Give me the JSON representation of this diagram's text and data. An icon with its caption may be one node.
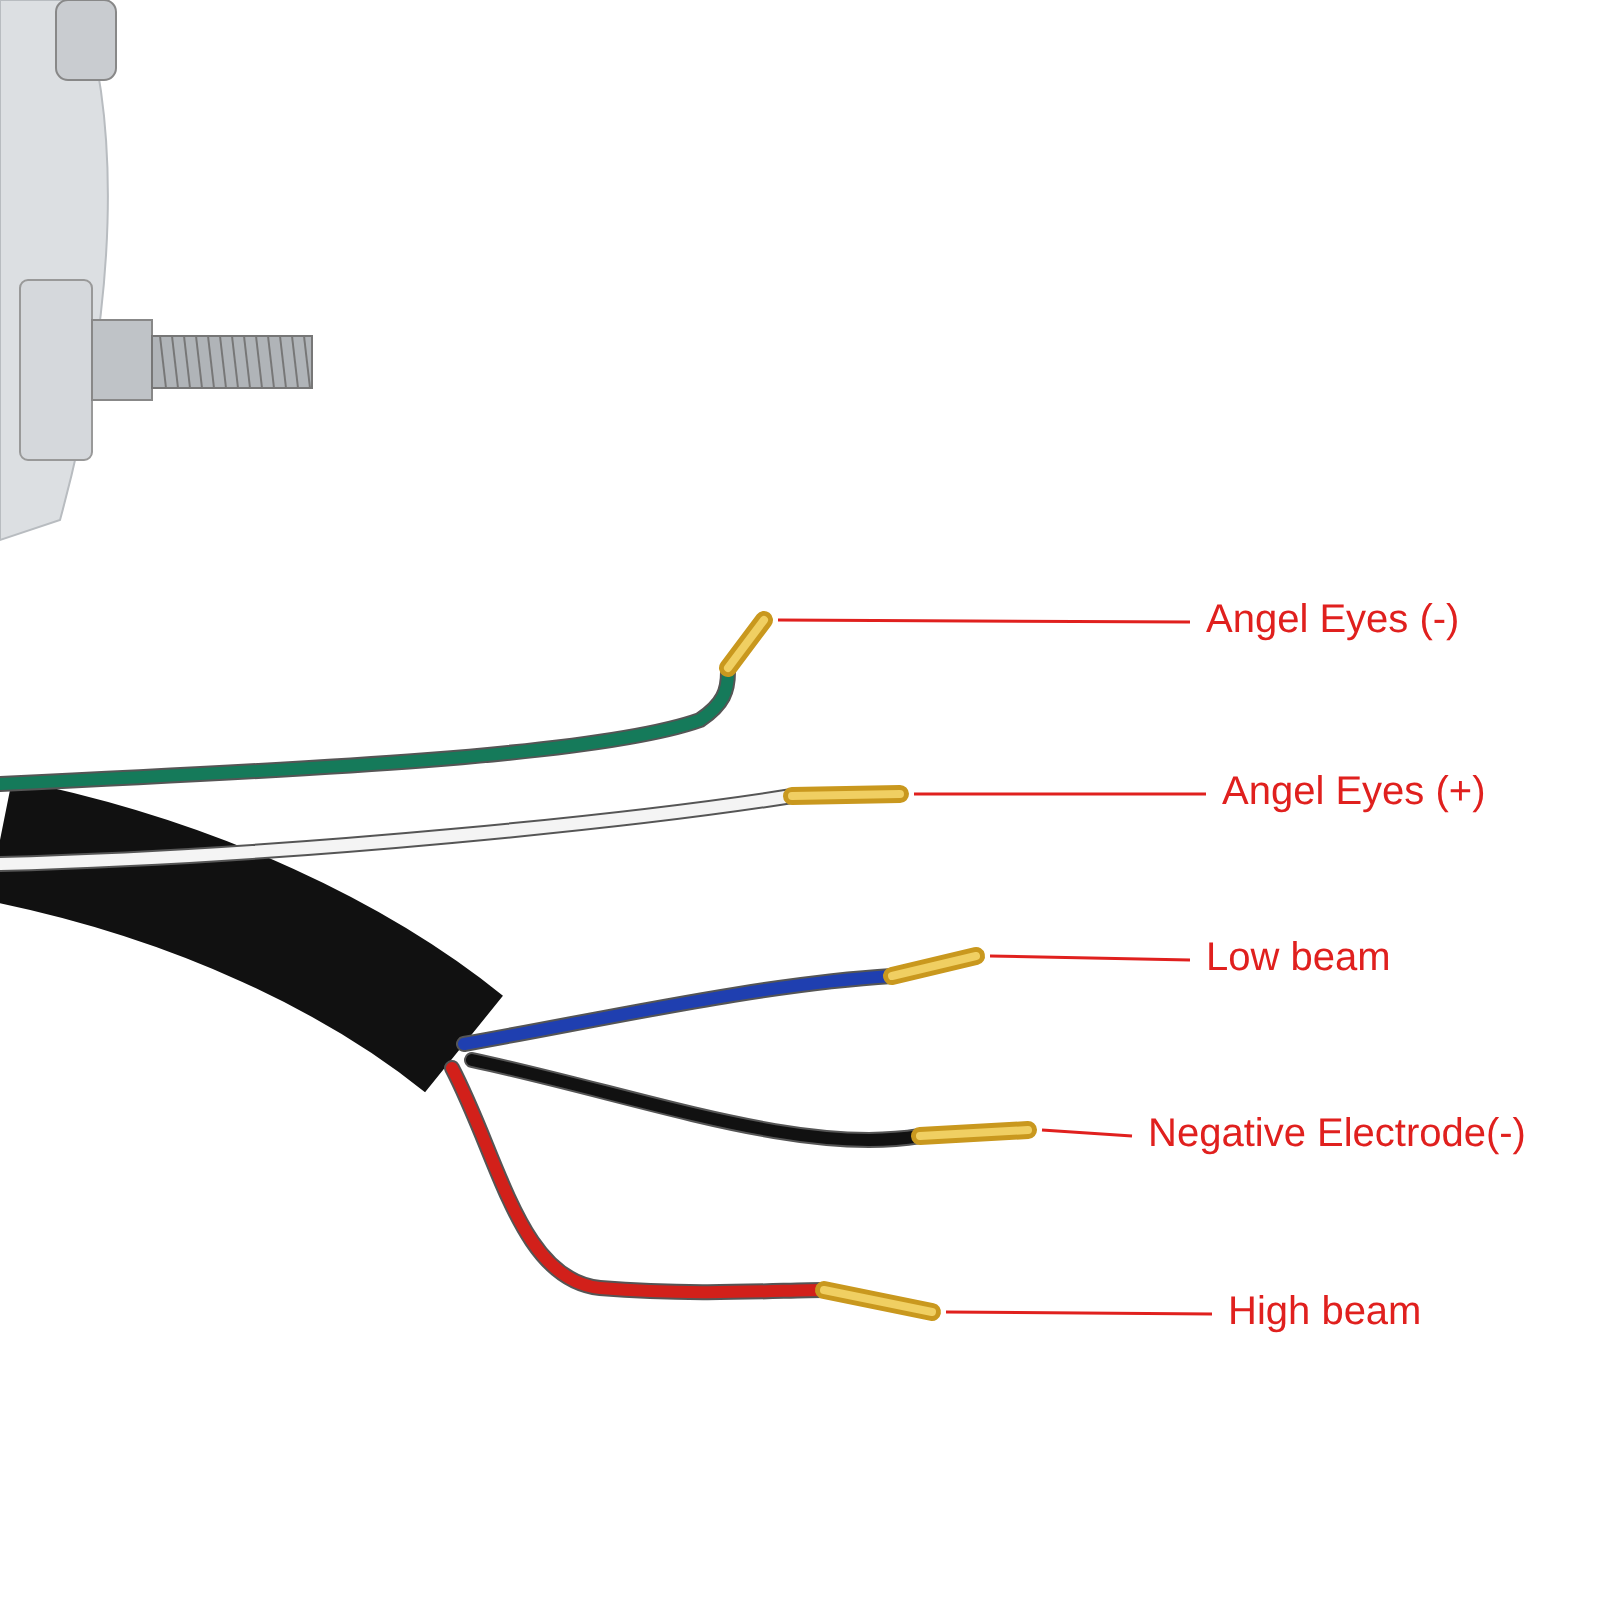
{
  "diagram": {
    "nodes": [
      {
        "text": [
          "Angel Eyes (-)"
        ]
      },
      {
        "text": [
          "Angel Eyes (+)"
        ]
      },
      {
        "text": [
          "Low beam"
        ]
      },
      {
        "text": [
          "Negative Electrode(-)"
        ]
      },
      {
        "text": [
          "High beam"
        ]
      },
      {
        "text": [],
        "shape": "picture"
      },
      {
        "text": [],
        "shape": "picture"
      },
      {
        "text": [],
        "shape": "picture"
      },
      {
        "text": [],
        "shape": "picture"
      },
      {
        "text": [],
        "shape": "picture"
      }
    ],
    "edges": [
      {
        "from": 0,
        "to": 5,
        "arrow": "none"
      },
      {
        "from": 1,
        "to": 6,
        "arrow": "none"
      },
      {
        "from": 2,
        "to": 7,
        "arrow": "none"
      },
      {
        "from": 3,
        "to": 8,
        "arrow": "none"
      },
      {
        "from": 4,
        "to": 9,
        "arrow": "none"
      }
    ]
  }
}
